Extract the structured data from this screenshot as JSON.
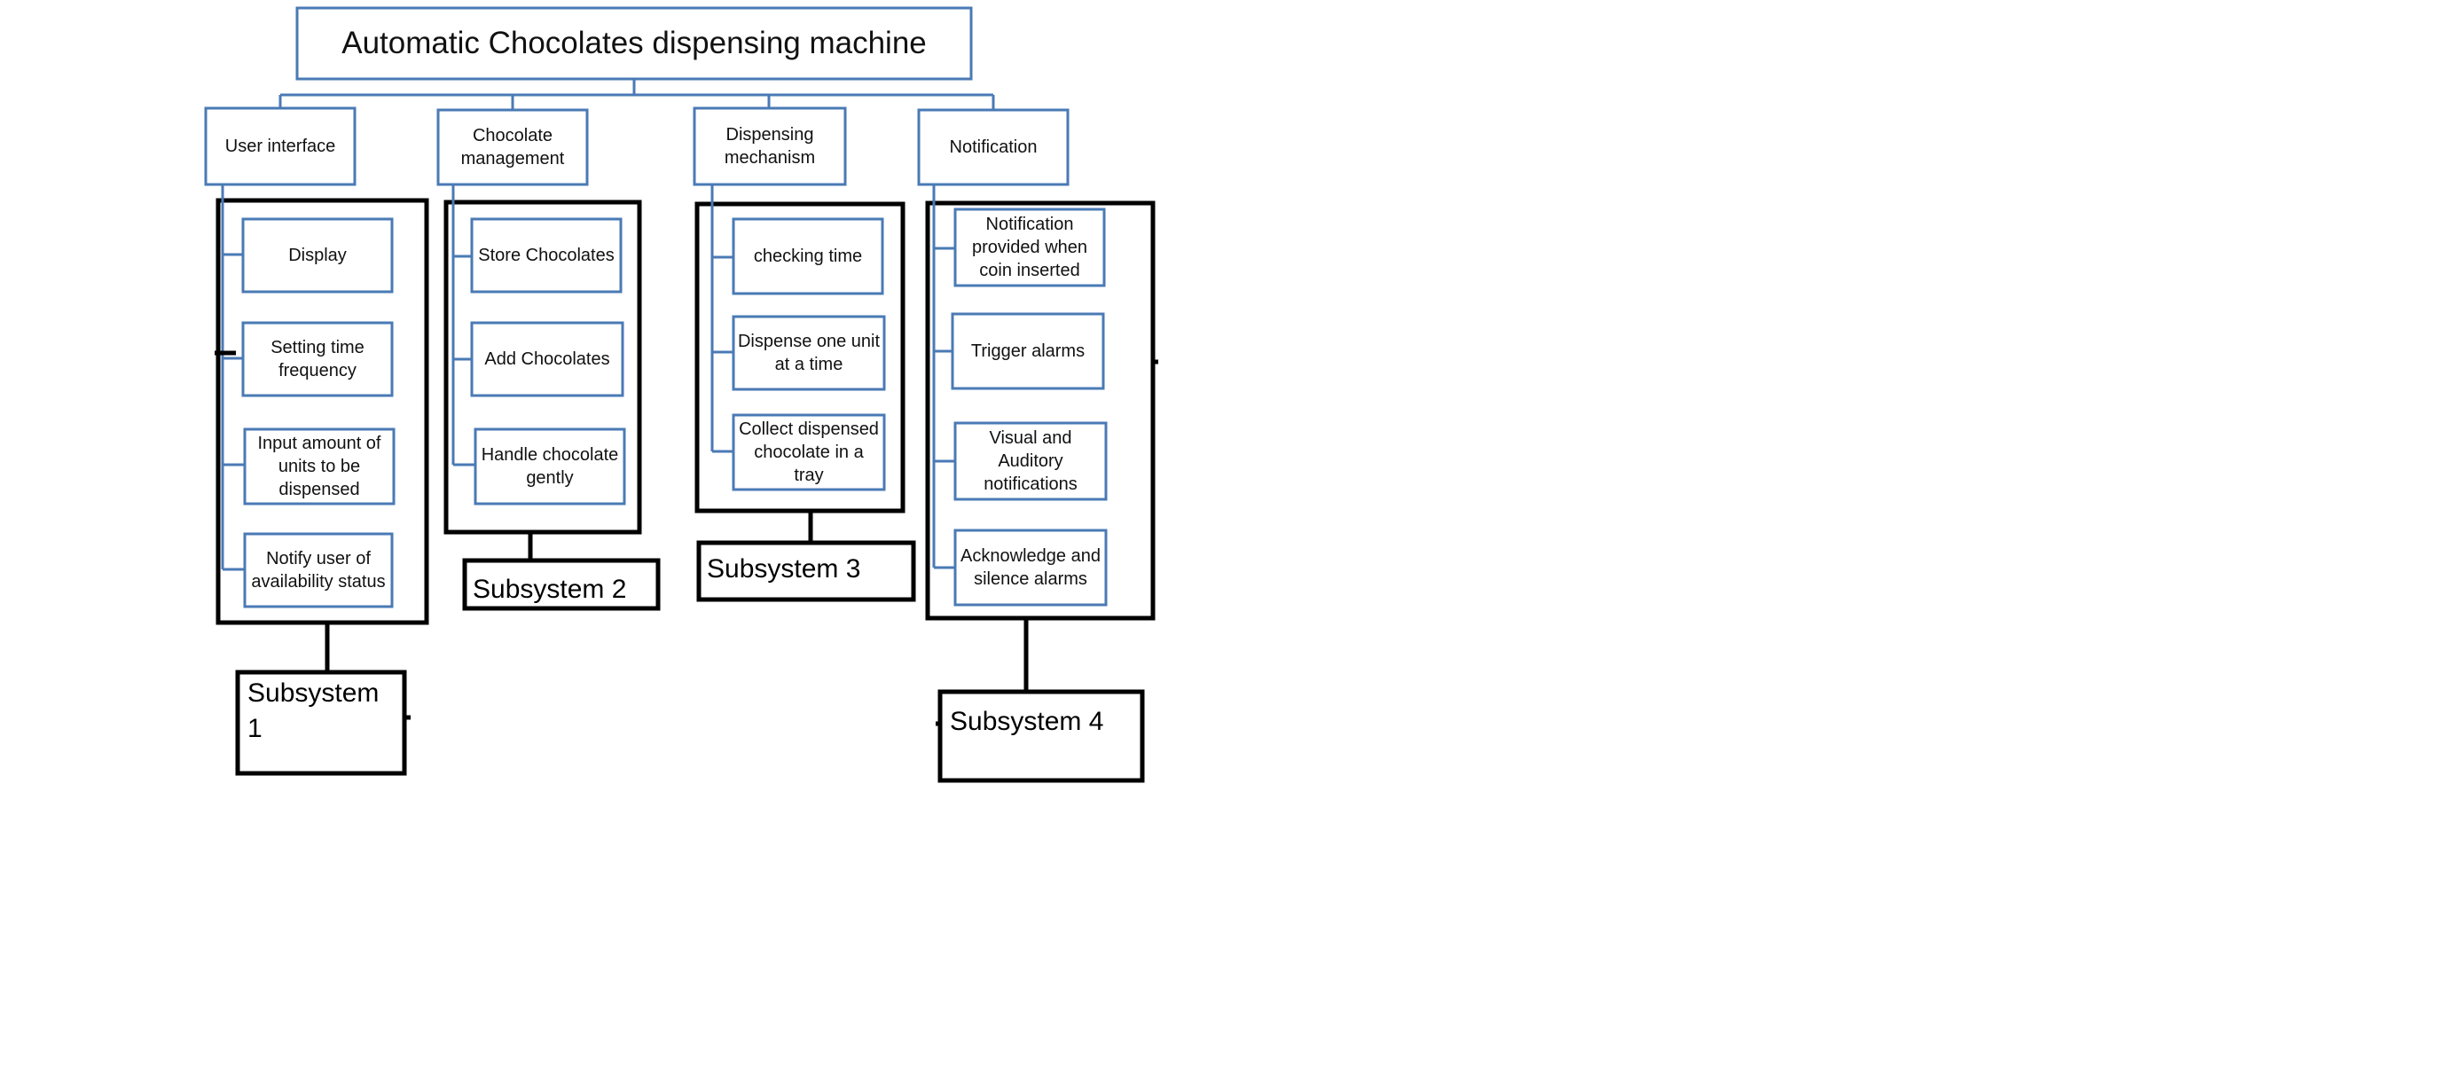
{
  "diagram": {
    "title": "Automatic Chocolates dispensing machine",
    "categories": [
      {
        "label": "User interface",
        "items": [
          "Display",
          "Setting time\nfrequency",
          "Input amount of\nunits to be\ndispensed",
          "Notify user of\navailability status"
        ],
        "subsystem": "Subsystem\n1"
      },
      {
        "label": "Chocolate\nmanagement",
        "items": [
          "Store Chocolates",
          "Add Chocolates",
          "Handle chocolate\ngently"
        ],
        "subsystem": "Subsystem 2"
      },
      {
        "label": "Dispensing\nmechanism",
        "items": [
          "checking time",
          "Dispense one unit\nat a time",
          "Collect dispensed\nchocolate in a\ntray"
        ],
        "subsystem": "Subsystem 3"
      },
      {
        "label": "Notification",
        "items": [
          "Notification\nprovided when\ncoin inserted",
          "Trigger alarms",
          "Visual and\nAuditory\nnotifications",
          "Acknowledge and\nsilence alarms"
        ],
        "subsystem": "Subsystem 4"
      }
    ]
  },
  "colors": {
    "box_border": "#4a7ab5",
    "group_border": "#000000",
    "text": "#111111",
    "background": "#ffffff"
  }
}
